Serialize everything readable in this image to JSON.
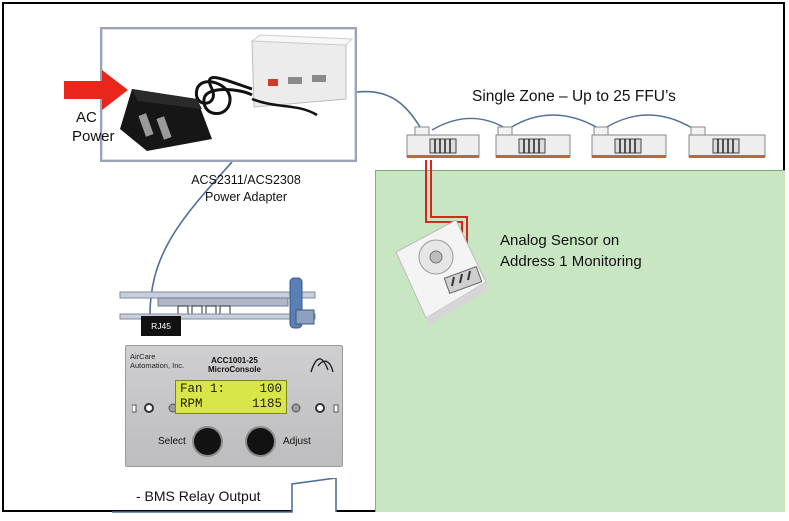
{
  "power": {
    "label_line1": "AC",
    "label_line2": "Power",
    "arrow_color": "#e8261c"
  },
  "adapter": {
    "label_line1": "ACS2311/ACS2308",
    "label_line2": "Power Adapter"
  },
  "zone": {
    "title": "Single Zone – Up to 25 FFU’s",
    "color": "#c9e6c3"
  },
  "sensor": {
    "label_line1": "Analog Sensor on",
    "label_line2": "Address 1 Monitoring",
    "wire_color": "#d8261c"
  },
  "board": {
    "connector_label": "RJ45"
  },
  "console": {
    "maker_line1": "AirCare",
    "maker_line2": "Automation, Inc.",
    "model": "ACC1001-25",
    "model_sub": "MicroConsole",
    "lcd": {
      "row1_label": "Fan 1:",
      "row1_value": "100",
      "row2_label": "RPM",
      "row2_value": "1185"
    },
    "select_label": "Select",
    "adjust_label": "Adjust"
  },
  "bms": {
    "label": "- BMS Relay Output"
  }
}
